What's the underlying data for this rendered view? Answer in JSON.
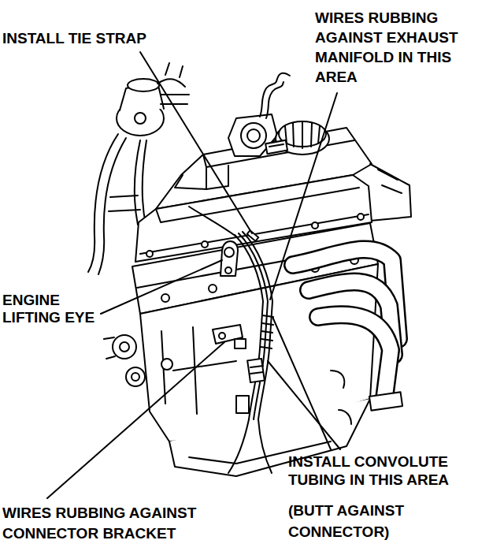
{
  "diagram": {
    "labels": [
      "INSTALL TIE STRAP",
      "WIRES RUBBING AGAINST EXHAUST MANIFOLD IN THIS AREA",
      "ENGINE LIFTING EYE",
      "INSTALL CONVOLUTE TUBING IN THIS AREA",
      "WIRES RUBBING AGAINST CONNECTOR BRACKET",
      "(BUTT AGAINST CONNECTOR)"
    ]
  }
}
